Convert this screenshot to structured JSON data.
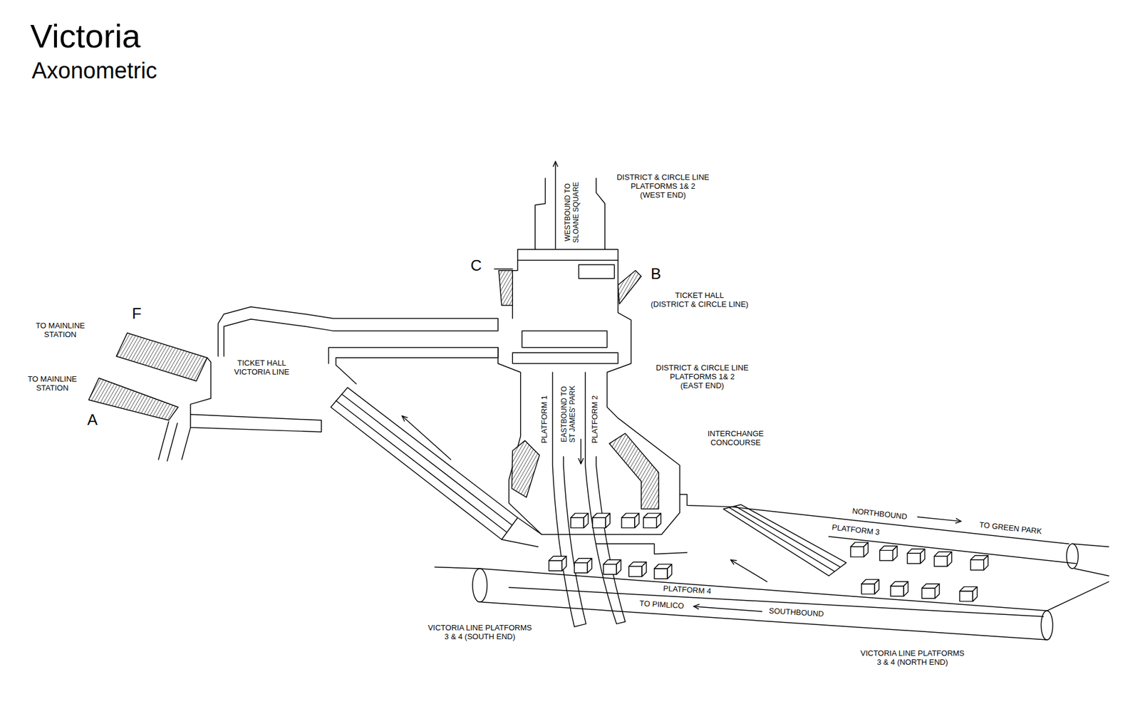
{
  "diagram": {
    "title": "Victoria",
    "labels": [
      "Axonometric",
      "TO MAINLINE STATION",
      "F",
      "TO MAINLINE STATION",
      "A",
      "TICKET HALL VICTORIA LINE",
      "DISTRICT & CIRCLE LINE PLATFORMS 1& 2 (WEST END)",
      "WESTBOUND TO SLOANE SQUARE",
      "C",
      "B",
      "TICKET HALL (DISTRICT & CIRCLE LINE)",
      "DISTRICT & CIRCLE LINE PLATFORMS 1& 2 (EAST END)",
      "PLATFORM 1",
      "EASTBOUND TO ST JAMES' PARK",
      "PLATFORM 2",
      "INTERCHANGE CONCOURSE",
      "NORTHBOUND",
      "TO GREEN PARK",
      "PLATFORM 3",
      "PLATFORM 4",
      "TO PIMLICO",
      "SOUTHBOUND",
      "VICTORIA LINE PLATFORMS 3 & 4 (SOUTH END)",
      "VICTORIA LINE PLATFORMS 3 & 4 (NORTH END)"
    ]
  }
}
